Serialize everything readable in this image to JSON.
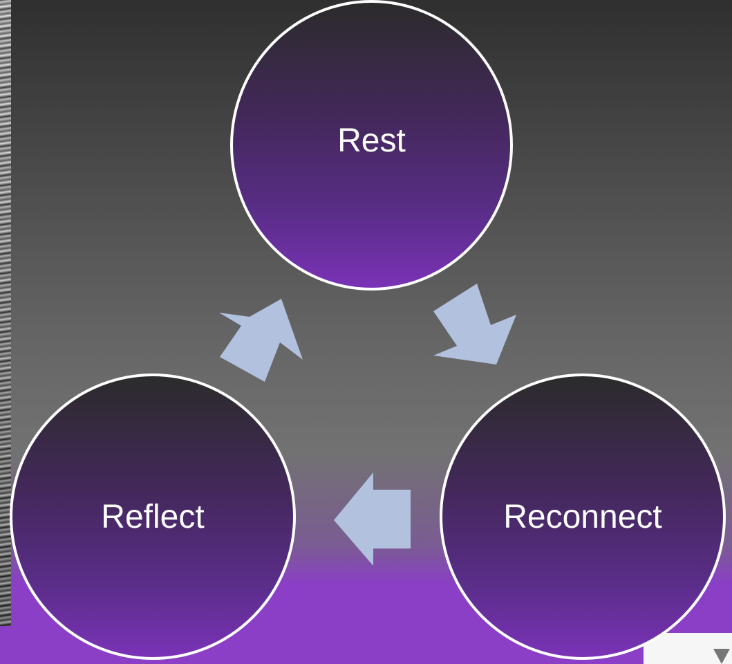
{
  "diagram": {
    "nodes": [
      {
        "id": "rest",
        "label": "Rest"
      },
      {
        "id": "reconnect",
        "label": "Reconnect"
      },
      {
        "id": "reflect",
        "label": "Reflect"
      }
    ],
    "cycle_order": [
      "Rest",
      "Reconnect",
      "Reflect"
    ]
  },
  "colors": {
    "node_fill_top": "#2b2b2b",
    "node_fill_bottom": "#7a32b6",
    "node_border": "#ffffff",
    "arrow": "#b1c1de",
    "background_top": "#2f2f2f",
    "background_bottom": "#8a3fc6"
  }
}
